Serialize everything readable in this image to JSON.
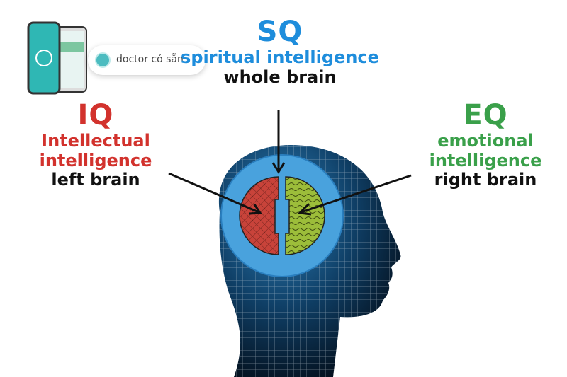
{
  "brand": {
    "name": "doctor có sẵn"
  },
  "sq": {
    "abbr": "SQ",
    "name": "spiritual intelligence",
    "area": "whole brain"
  },
  "iq": {
    "abbr": "IQ",
    "name_line1": "Intellectual",
    "name_line2": "intelligence",
    "area": "left brain"
  },
  "eq": {
    "abbr": "EQ",
    "name_line1": "emotional",
    "name_line2": "intelligence",
    "area": "right brain"
  },
  "colors": {
    "iq": "#d2322d",
    "sq": "#1e8ddc",
    "eq": "#3aa04a",
    "ring": "#4aa3de",
    "left_half": "#c8433a",
    "right_half": "#9cbd3a"
  }
}
